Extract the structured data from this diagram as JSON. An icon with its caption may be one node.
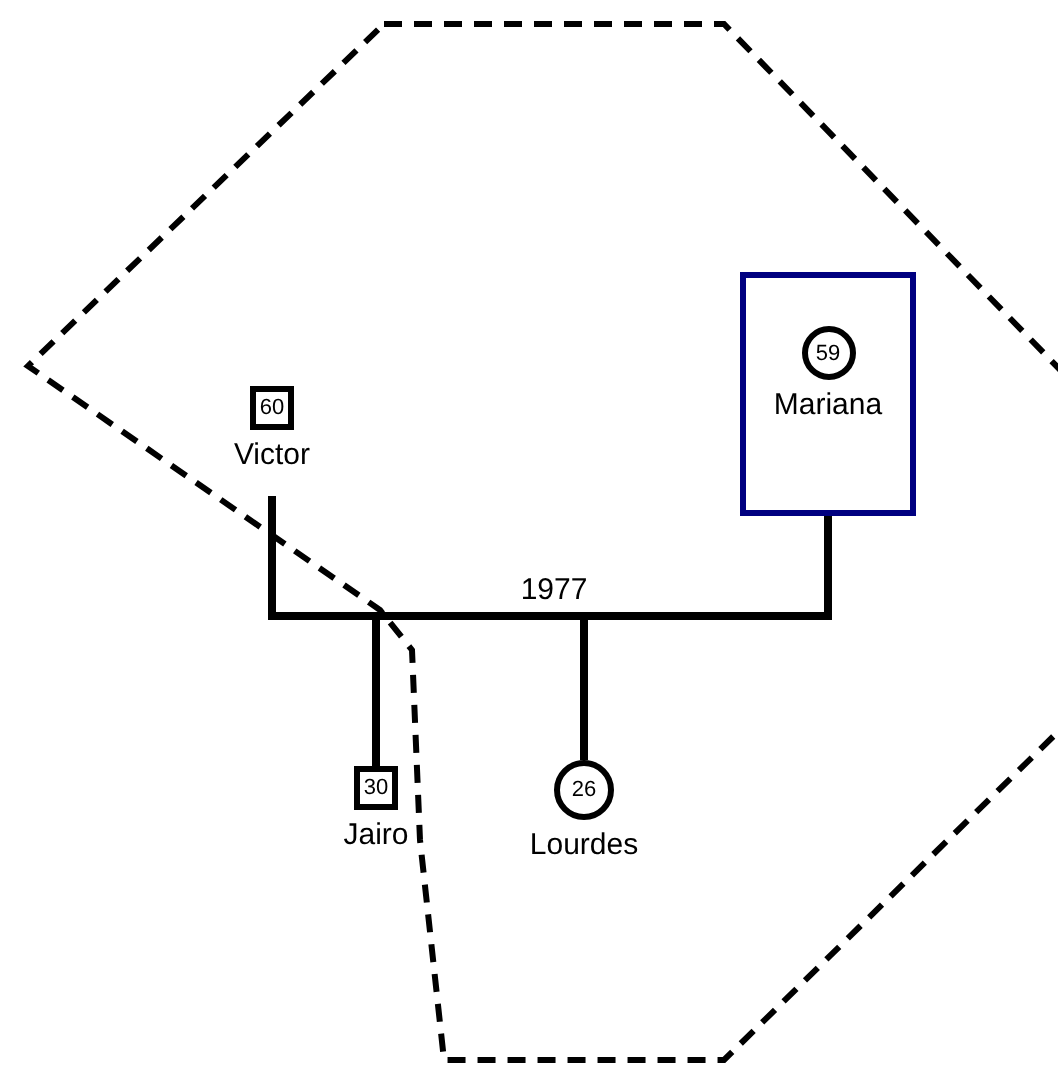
{
  "diagram": {
    "nodes": [
      {
        "text": [
          "60"
        ],
        "beside": [
          "Victor"
        ]
      },
      {
        "text": [],
        "shape": "box"
      },
      {
        "text": [
          "59"
        ],
        "beside": [
          "Mariana"
        ],
        "in": 1
      },
      {
        "text": [
          "30"
        ],
        "beside": [
          "Jairo"
        ]
      },
      {
        "text": [
          "26"
        ],
        "beside": [
          "Lourdes"
        ]
      }
    ],
    "edges": [
      {
        "from": 0,
        "to": 1,
        "arrow": "none",
        "label": "1977"
      },
      {
        "from": 0,
        "to": 3,
        "arrow": "none"
      },
      {
        "from": 1,
        "to": 3,
        "arrow": "none"
      },
      {
        "from": 0,
        "to": 4,
        "arrow": "none"
      },
      {
        "from": 1,
        "to": 4,
        "arrow": "none"
      }
    ]
  }
}
